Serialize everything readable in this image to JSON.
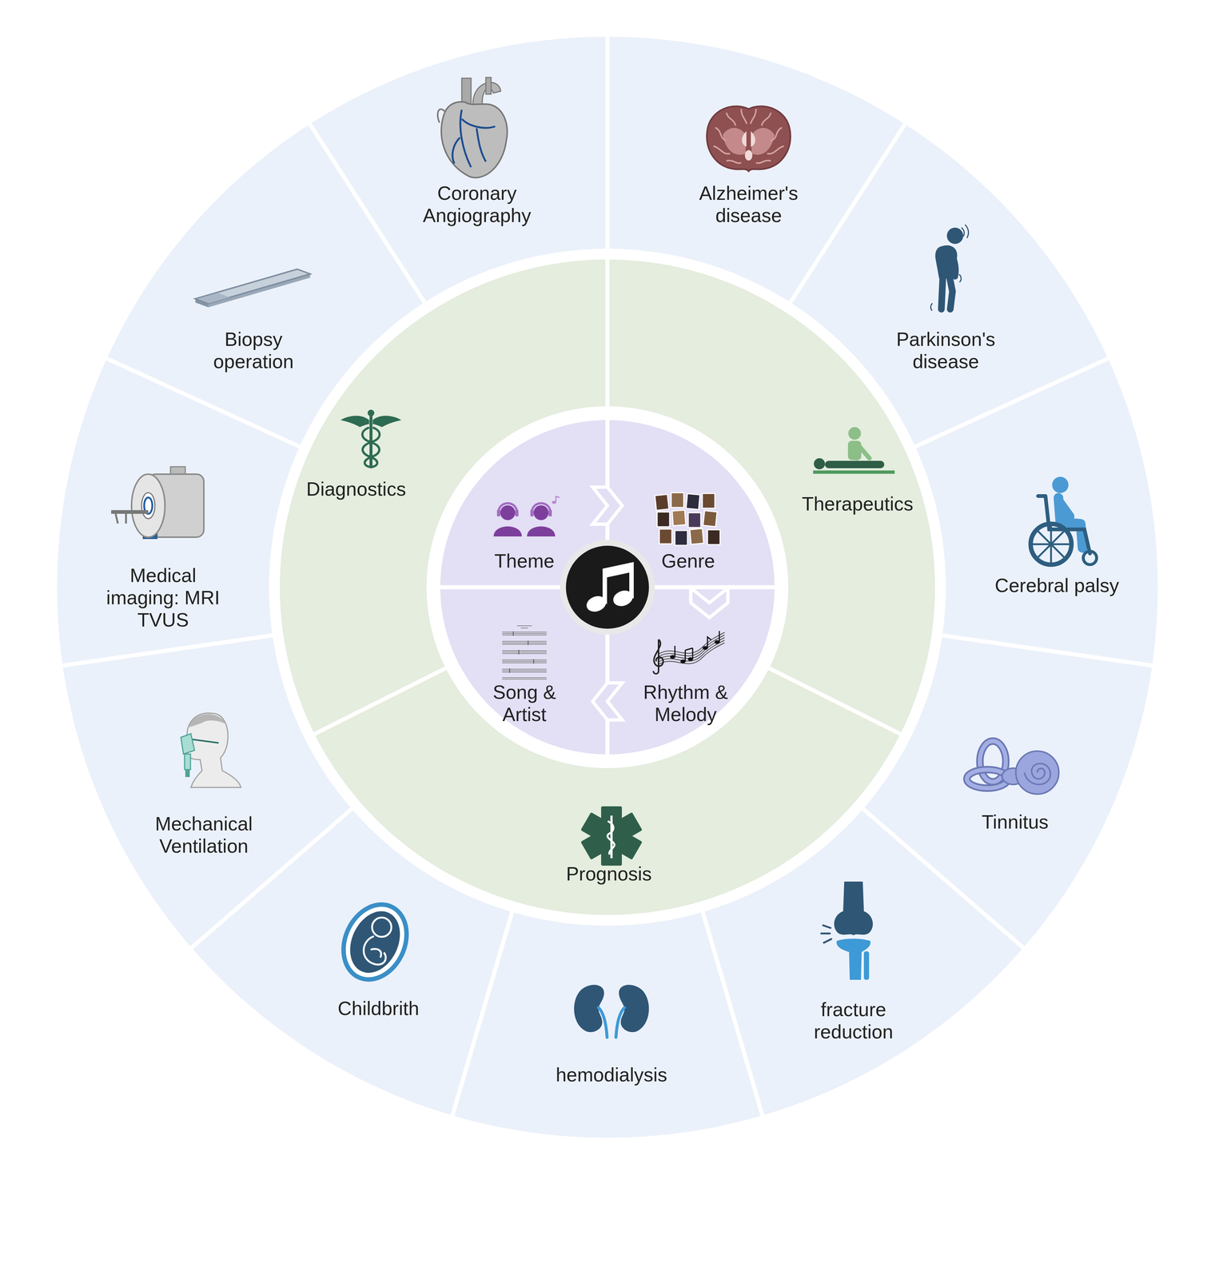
{
  "diagram": {
    "nodes": [
      {
        "text": [
          "Theme"
        ]
      },
      {
        "text": [
          "Genre"
        ]
      },
      {
        "text": [
          "Rhythm & Melody"
        ]
      },
      {
        "text": [
          "Song & Artist"
        ]
      },
      {
        "text": [
          "Diagnostics"
        ]
      },
      {
        "text": [
          "Therapeutics"
        ]
      },
      {
        "text": [
          "Prognosis"
        ]
      },
      {
        "text": [
          "Coronary Angiography"
        ]
      },
      {
        "text": [
          "Alzheimer's disease"
        ]
      },
      {
        "text": [
          "Parkinson's disease"
        ]
      },
      {
        "text": [
          "Cerebral palsy"
        ]
      },
      {
        "text": [
          "Tinnitus"
        ]
      },
      {
        "text": [
          "fracture reduction"
        ]
      },
      {
        "text": [
          "hemodialysis"
        ]
      },
      {
        "text": [
          "Childbrith"
        ]
      },
      {
        "text": [
          "Mechanical Ventilation"
        ]
      },
      {
        "text": [
          "Medical imaging: MRI TVUS"
        ]
      },
      {
        "text": [
          "Biopsy operation"
        ]
      }
    ],
    "edges": [
      {
        "from": 0,
        "to": 1,
        "arrow": "to"
      },
      {
        "from": 1,
        "to": 2,
        "arrow": "to"
      },
      {
        "from": 2,
        "to": 3,
        "arrow": "to"
      }
    ]
  }
}
